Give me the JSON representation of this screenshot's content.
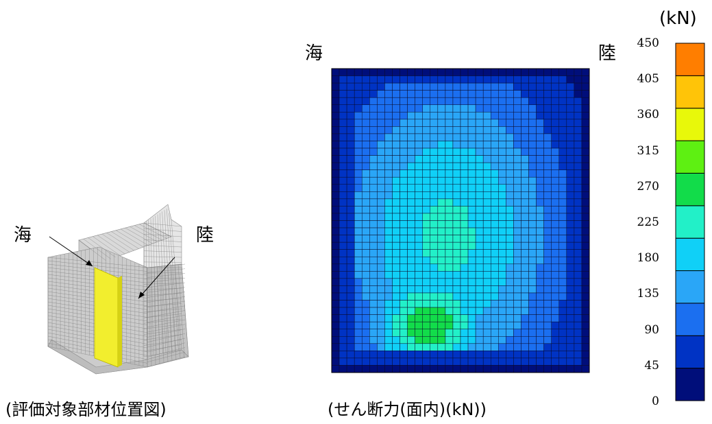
{
  "left_panel": {
    "label_sea": "海",
    "label_land": "陸",
    "caption": "(評価対象部材位置図)",
    "highlight_color": "#f2ee2e"
  },
  "contour_panel": {
    "label_sea": "海",
    "label_land": "陸",
    "caption": "(せん断力(面内)(kN))"
  },
  "color_scale": {
    "unit": "(kN)",
    "ticks": [
      "450",
      "405",
      "360",
      "315",
      "270",
      "225",
      "180",
      "135",
      "90",
      "45",
      "0"
    ],
    "colors_bottom_to_top": [
      "#000e7a",
      "#0033c4",
      "#1b6ff0",
      "#2aa6f7",
      "#10d0f7",
      "#22f0c8",
      "#12dc4a",
      "#5ef012",
      "#e8f80a",
      "#ffc408",
      "#ff7e00"
    ]
  }
}
